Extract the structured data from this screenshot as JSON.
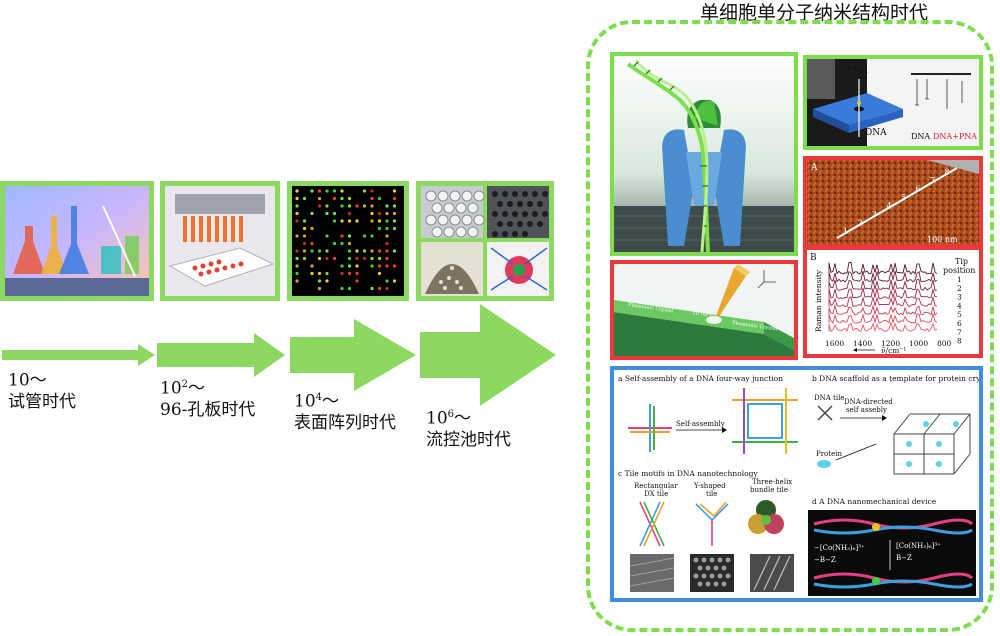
{
  "title": "单细胞单分子纳米结构时代",
  "eras": [
    {
      "base": "10",
      "exp": "",
      "suffix": "～",
      "name": "试管时代"
    },
    {
      "base": "10",
      "exp": "2",
      "suffix": "～",
      "name": "96-孔板时代"
    },
    {
      "base": "10",
      "exp": "4",
      "suffix": "～",
      "name": "表面阵列时代"
    },
    {
      "base": "10",
      "exp": "6",
      "suffix": "～",
      "name": "流控池时代"
    }
  ],
  "nanopore_panel": {
    "pna": "PNA",
    "dna": "DNA",
    "legend_dna": "DNA",
    "legend_dnapna": "DNA+PNA"
  },
  "afm_panel": {
    "tag": "A",
    "scale": "100 nm",
    "marks": [
      "1",
      "2",
      "3",
      "4",
      "5",
      "6",
      "7",
      "8"
    ]
  },
  "raman_panel": {
    "tag": "B",
    "ylabel": "Raman intensity",
    "xlabel": "ν̃/cm⁻¹",
    "ticks": [
      "1600",
      "1400",
      "1200",
      "1000",
      "800"
    ],
    "tip_title_1": "Tip",
    "tip_title_2": "position",
    "positions": [
      "1",
      "2",
      "3",
      "4",
      "5",
      "6",
      "7",
      "8"
    ]
  },
  "plasmonic_panel": {
    "label1": "Plasmonic Crystal",
    "label2": "3D NFT",
    "label3": "Plasmonic Crystal"
  },
  "dna_panel": {
    "a_title": "a Self-assembly of a DNA four-way junction",
    "a_arrow": "Self-assembly",
    "b_title": "b DNA scaffold as a template for protein crystallization",
    "b_tile": "DNA tile",
    "b_directed_1": "DNA-directed",
    "b_directed_2": "self assebly",
    "b_protein": "Protein",
    "c_title": "c Tile motifs in DNA nanotechnology",
    "c_t1_1": "Rectangular",
    "c_t1_2": "DX tile",
    "c_t2_1": "Y-shaped",
    "c_t2_2": "tile",
    "c_t3_1": "Three-helix",
    "c_t3_2": "bundle tile",
    "d_title": "d A DNA nanomechanical device",
    "d_left_1": "−[Co(NH₃)₆]³⁺",
    "d_left_2": "−B−Z",
    "d_right_1": "[Co(NH₃)₆]³⁺",
    "d_right_2": "B−Z"
  }
}
